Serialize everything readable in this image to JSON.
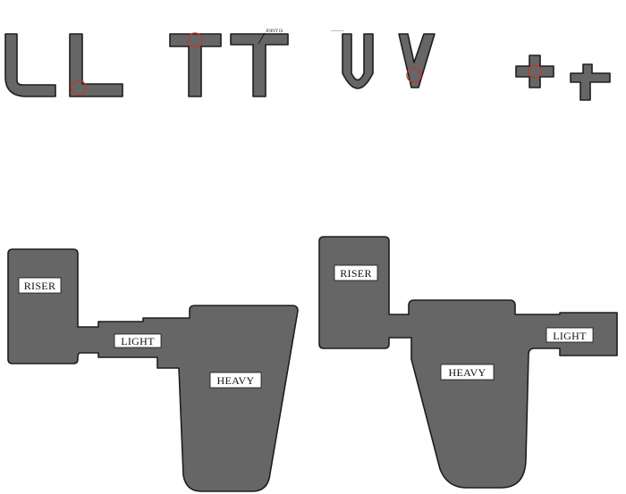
{
  "figure": {
    "title": "",
    "joint_callout": "JOINT IS",
    "corner_mark": "———",
    "casting_left": {
      "riser_label": "RISER",
      "light_label": "LIGHT",
      "heavy_label": "HEAVY"
    },
    "casting_right": {
      "riser_label": "RISER",
      "light_label": "LIGHT",
      "heavy_label": "HEAVY"
    }
  },
  "colors": {
    "section_fill": "#666666",
    "outline": "#1e1e1e",
    "hot_spot": "#c0392b",
    "background": "#ffffff"
  }
}
